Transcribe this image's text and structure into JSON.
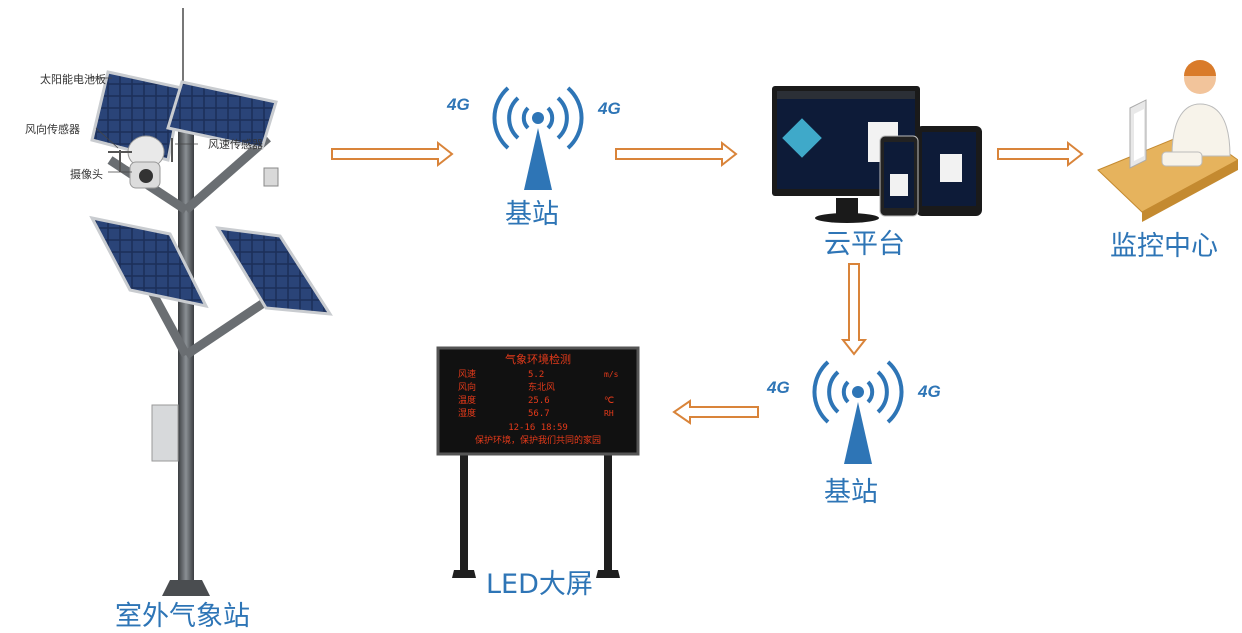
{
  "station": {
    "title": "室外气象站",
    "callouts": [
      "太阳能电池板",
      "风向传感器",
      "风速传感器",
      "摄像头"
    ]
  },
  "tower_top": {
    "label": "基站",
    "band_left": "4G",
    "band_right": "4G"
  },
  "tower_bottom": {
    "label": "基站",
    "band_left": "4G",
    "band_right": "4G"
  },
  "cloud": {
    "label": "云平台"
  },
  "monitor": {
    "label": "监控中心"
  },
  "led": {
    "label": "LED大屏",
    "screen_title": "气象环境检测",
    "rows": [
      {
        "name": "风速",
        "value": "5.2",
        "unit": "m/s"
      },
      {
        "name": "风向",
        "value": "东北风",
        "unit": ""
      },
      {
        "name": "温度",
        "value": "25.6",
        "unit": "℃"
      },
      {
        "name": "湿度",
        "value": "56.7",
        "unit": "RH"
      }
    ],
    "datetime": "12-16 18:59",
    "slogan": "保护环境，保护我们共同的家园"
  },
  "colors": {
    "accent": "#2e75b6",
    "arrow": "#d9843a",
    "led_text": "#e53a1a"
  }
}
